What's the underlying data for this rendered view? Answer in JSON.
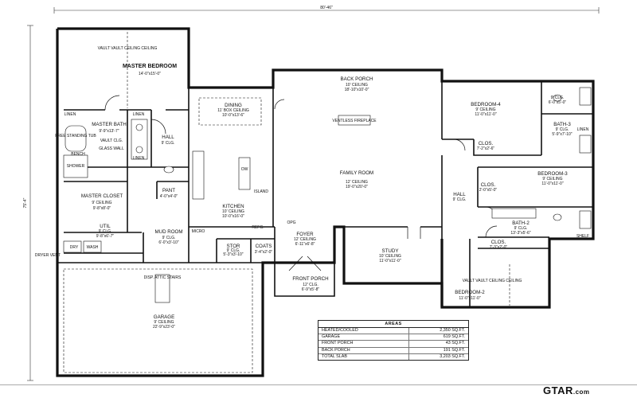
{
  "dimensions": {
    "overall_width": "80'-46\"",
    "overall_depth": "75'-4\""
  },
  "rooms": {
    "master_bedroom": {
      "name": "MASTER BEDROOM",
      "size": "14'-0\"x15'-0\"",
      "ceiling": "VAULT VAULT CEILING CEILING"
    },
    "master_bath": {
      "name": "MASTER BATH",
      "size": "9'-9\"x13'-7\""
    },
    "master_closet": {
      "name": "MASTER CLOSET",
      "ceiling": "9' CEILING",
      "size": "9'-8\"x8'-0\""
    },
    "util": {
      "name": "UTIL",
      "ceiling": "9' CLG.",
      "size": "9'-8\"x6'-7\""
    },
    "mud_room": {
      "name": "MUD ROOM",
      "ceiling": "9' CLG.",
      "size": "6'-0\"x3'-10\""
    },
    "dining": {
      "name": "DINING",
      "ceiling": "11' BOX CEILING",
      "size": "10'-0\"x13'-6\""
    },
    "kitchen": {
      "name": "KITCHEN",
      "ceiling": "10' CEILING",
      "size": "10'-0\"x16'-0\""
    },
    "pant": {
      "name": "PANT",
      "size": "4'-0\"x4'-0\""
    },
    "hall_master": {
      "name": "HALL",
      "ceiling": "9' CLG."
    },
    "back_porch": {
      "name": "BACK PORCH",
      "ceiling": "10' CEILING",
      "size": "18'-10\"x10'-0\""
    },
    "family_room": {
      "name": "FAMILY ROOM",
      "ceiling": "12' CEILING",
      "size": "19'-0\"x20'-0\""
    },
    "foyer": {
      "name": "FOYER",
      "ceiling": "12' CEILING",
      "size": "6'-11\"x6'-8\""
    },
    "stor": {
      "name": "STOR",
      "ceiling": "9' CLG.",
      "size": "5'-3\"x3'-10\""
    },
    "coats": {
      "name": "COATS",
      "size": "3'-4\"x2'-0\""
    },
    "front_porch": {
      "name": "FRONT PORCH",
      "ceiling": "12' CLG.",
      "size": "6'-9\"x5'-8\""
    },
    "study": {
      "name": "STUDY",
      "ceiling": "10' CEILING",
      "size": "11'-0\"x11'-0\""
    },
    "bedroom4": {
      "name": "BEDROOM-4",
      "ceiling": "9' CEILING",
      "size": "11'-0\"x11'-0\""
    },
    "bath3": {
      "name": "BATH-3",
      "ceiling": "9' CLG.",
      "size": "5'-9\"x7'-10\""
    },
    "bedroom3": {
      "name": "BEDROOM-3",
      "ceiling": "9' CEILING",
      "size": "11'-0\"x11'-0\""
    },
    "bath2": {
      "name": "BATH-2",
      "ceiling": "9' CLG.",
      "size": "13'-3\"x5'-6\""
    },
    "bedroom2": {
      "name": "BEDROOM-2",
      "size": "11'-0\"x11'-0\"",
      "ceiling": "VAULT VAULT CEILING CEILING"
    },
    "hall_right": {
      "name": "HALL",
      "ceiling": "9' CLG."
    },
    "garage": {
      "name": "GARAGE",
      "ceiling": "9' CEILING",
      "size": "22'-9\"x23'-0\""
    }
  },
  "small_labels": {
    "linen": "LINEN",
    "bench": "BENCH",
    "shower": "SHOWER",
    "free_standing_tub": "FREE STANDING TUB",
    "vault_clg": "VAULT CLG.",
    "glass_wall": "GLASS WALL",
    "dry": "DRY",
    "wash": "WASH",
    "dryer_vent": "DRYER VENT",
    "micro": "MICRO",
    "refg": "REFG.",
    "ow": "OW",
    "ventless_fireplace": "VENTLESS FIREPLACE",
    "island": "ISLAND",
    "opg": "OPG",
    "clos": "CLOS.",
    "clos_2x4": "7'-2\"x2'-6\"",
    "clos_2x6": "2'-0\"x5'-0\"",
    "clos_small": "7'-3\"x2'-0\"",
    "bath3_clg": "9' CLG.",
    "bath3_dim": "6'-0\"x5'-0\"",
    "shelf": "SHELF",
    "disp_attic": "DISP. ATTIC STAIRS"
  },
  "areas": {
    "title": "AREAS",
    "rows": [
      {
        "label": "HEATED/COOLED",
        "value": "2,350 SQ.FT."
      },
      {
        "label": "GARAGE",
        "value": "619 SQ.FT."
      },
      {
        "label": "FRONT PORCH",
        "value": "43 SQ.FT."
      },
      {
        "label": "BACK PORCH",
        "value": "191 SQ.FT."
      },
      {
        "label": "TOTAL SLAB",
        "value": "3,203 SQ.FT."
      }
    ]
  },
  "brand": {
    "name": "GTAR",
    "suffix": ".com"
  }
}
